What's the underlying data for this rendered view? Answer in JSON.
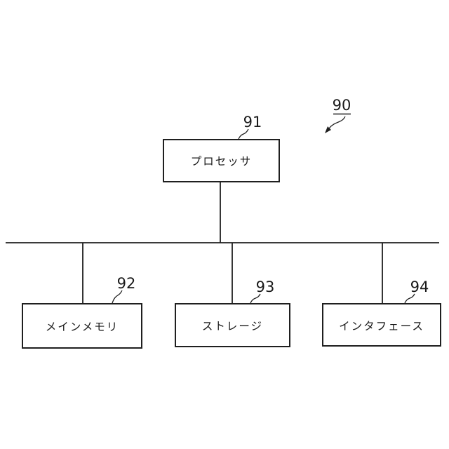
{
  "diagram": {
    "figure_ref": {
      "label": "90"
    },
    "nodes": {
      "processor": {
        "label": "プロセッサ",
        "ref": "91"
      },
      "main_memory": {
        "label": "メインメモリ",
        "ref": "92"
      },
      "storage": {
        "label": "ストレージ",
        "ref": "93"
      },
      "interface": {
        "label": "インタフェース",
        "ref": "94"
      }
    },
    "colors": {
      "line": "#1f1f1f",
      "background": "#ffffff",
      "text": "#1a1a1a"
    }
  }
}
